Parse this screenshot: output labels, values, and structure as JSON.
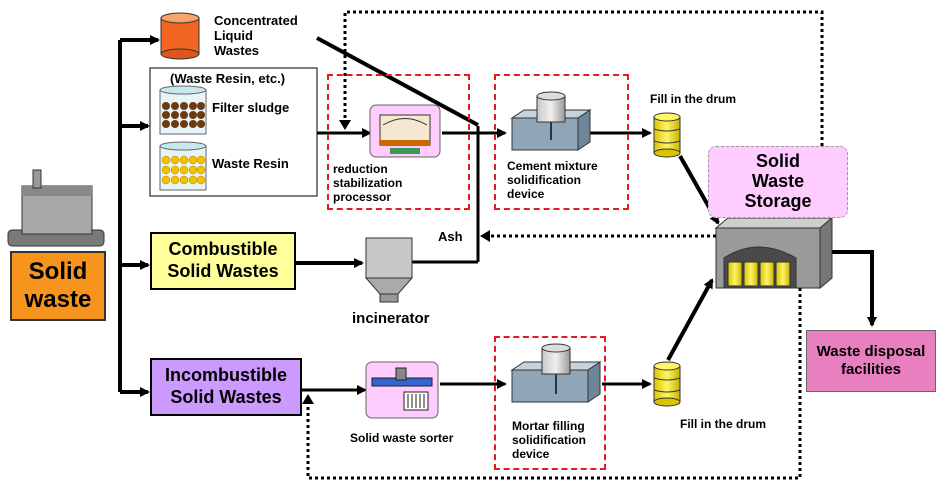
{
  "labels": {
    "concentrated": "Concentrated\nLiquid\nWastes",
    "waste_resin_etc": "(Waste Resin, etc.)",
    "filter_sludge": "Filter sludge",
    "waste_resin": "Waste Resin",
    "reduction": "reduction\nstabilization\nprocessor",
    "cement": "Cement mixture\nsolidification\ndevice",
    "fill_drum_top": "Fill in the drum",
    "storage": "Solid\nWaste\nStorage",
    "ash": "Ash",
    "combustible": "Combustible\nSolid Wastes",
    "incinerator": "incinerator",
    "solid_waste": "Solid\nwaste",
    "incombustible": "Incombustible\nSolid Wastes",
    "sorter": "Solid waste sorter",
    "mortar": "Mortar filling\nsolidification\ndevice",
    "fill_drum_bottom": "Fill in the drum",
    "disposal": "Waste disposal\nfacilities"
  },
  "colors": {
    "orange": "#f7941d",
    "yellow_box": "#ffff99",
    "purple_box": "#cc99ff",
    "storage_pink": "#ffccff",
    "disposal_pink": "#e87fbf",
    "dashed_red": "#e31b23",
    "drum_yellow": "#ffee00"
  }
}
